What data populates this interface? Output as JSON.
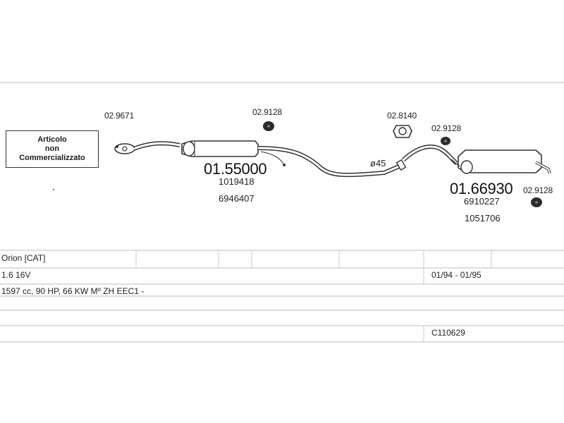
{
  "note_box": {
    "line1": "Articolo",
    "line2": "non",
    "line3": "Commercializzato"
  },
  "parts": {
    "flange_code": "02.9671",
    "hanger_front_code": "02.9128",
    "muffler_middle": {
      "code": "01.55000",
      "ref1": "1019418",
      "ref2": "6946407"
    },
    "clamp_diameter": "ø45",
    "hanger_rear_code": "02.8140",
    "hanger_rear_top_code": "02.9128",
    "muffler_rear": {
      "code": "01.66930",
      "ref1": "6910227",
      "ref2": "1051706"
    },
    "hanger_rear_end_code": "02.9128"
  },
  "table": {
    "model": "Orion  [CAT]",
    "engine": "1.6 16V",
    "years": "01/94 - 01/95",
    "specs": "1597 cc, 90 HP, 66 KW Mº ZH  EEC1 -",
    "catalog_code": "C110629"
  }
}
